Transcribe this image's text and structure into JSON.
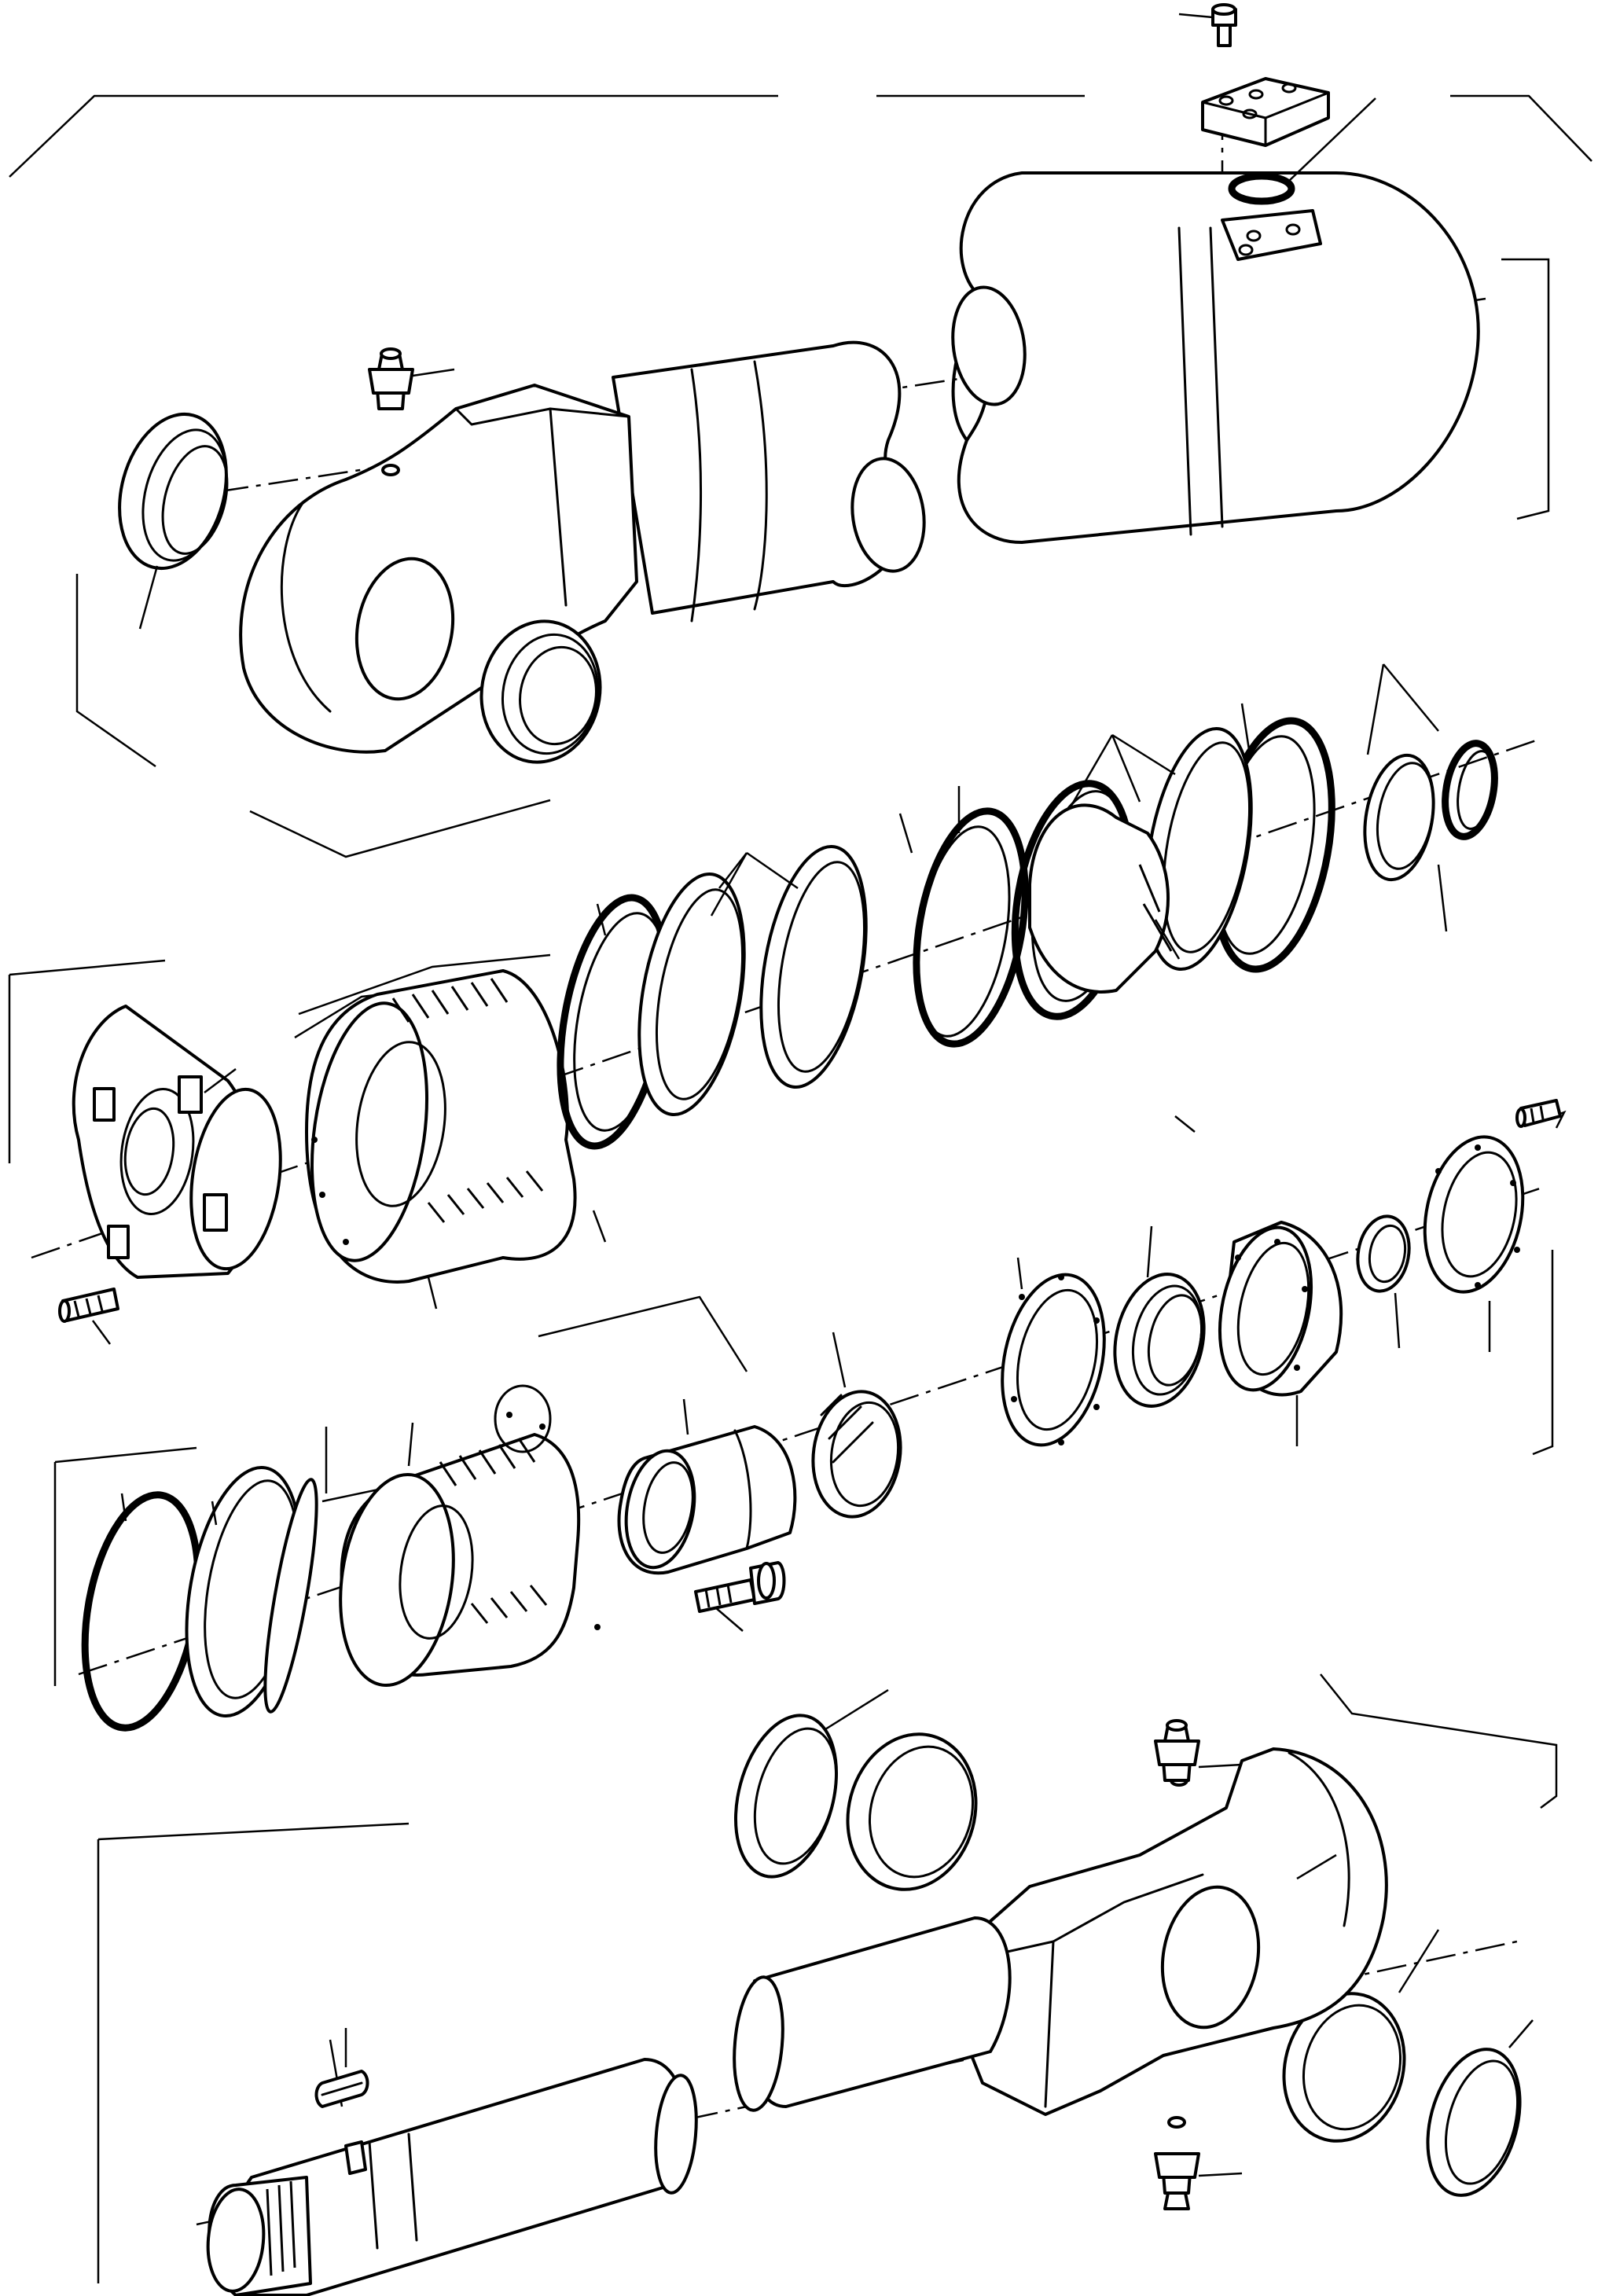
{
  "diagram": {
    "type": "exploded parts drawing",
    "components": [
      "cylinder-barrel",
      "barrel-eye",
      "grease-nipple",
      "eye-bushing",
      "flange-plate",
      "o-ring",
      "piston-nut",
      "piston",
      "seal-ring",
      "guide-ring",
      "set-screw",
      "gland-plate",
      "wiper-seal",
      "rod-seal",
      "guide-bush",
      "retaining-ring",
      "gland-head",
      "cap-screw",
      "spacer-bush",
      "piston-rod",
      "rod-eye",
      "key"
    ]
  }
}
